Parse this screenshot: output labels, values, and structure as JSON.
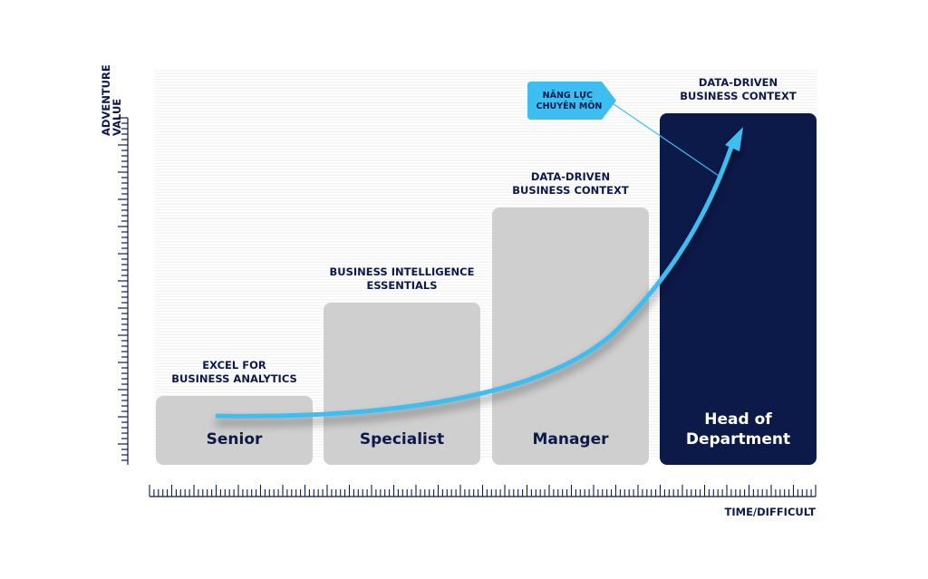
{
  "y_axis_label": [
    "ADVENTURE",
    "VALUE"
  ],
  "x_axis_label": "TIME/DIFFICULT",
  "levels": [
    {
      "name": [
        "Senior"
      ],
      "caption": [
        "EXCEL FOR",
        "BUSINESS ANALYTICS"
      ],
      "value": 1
    },
    {
      "name": [
        "Specialist"
      ],
      "caption": [
        "BUSINESS INTELLIGENCE",
        "ESSENTIALS"
      ],
      "value": 2
    },
    {
      "name": [
        "Manager"
      ],
      "caption": [
        "DATA-DRIVEN",
        "BUSINESS CONTEXT"
      ],
      "value": 3
    },
    {
      "name": [
        "Head of",
        "Department"
      ],
      "caption": [
        "DATA-DRIVEN",
        "BUSINESS CONTEXT"
      ],
      "value": 4
    }
  ],
  "callout": [
    "NĂNG LỰC",
    "CHUYÊN MÔN"
  ],
  "colors": {
    "bar": "#cfcfcf",
    "bar_highlight": "#0c1a4a",
    "bar_text": "#0c1a4a",
    "bar_text_highlight": "#ffffff",
    "arrow": "#3dbdf0",
    "callout": "#3dbdf0",
    "axis": "#0c1a4a"
  }
}
